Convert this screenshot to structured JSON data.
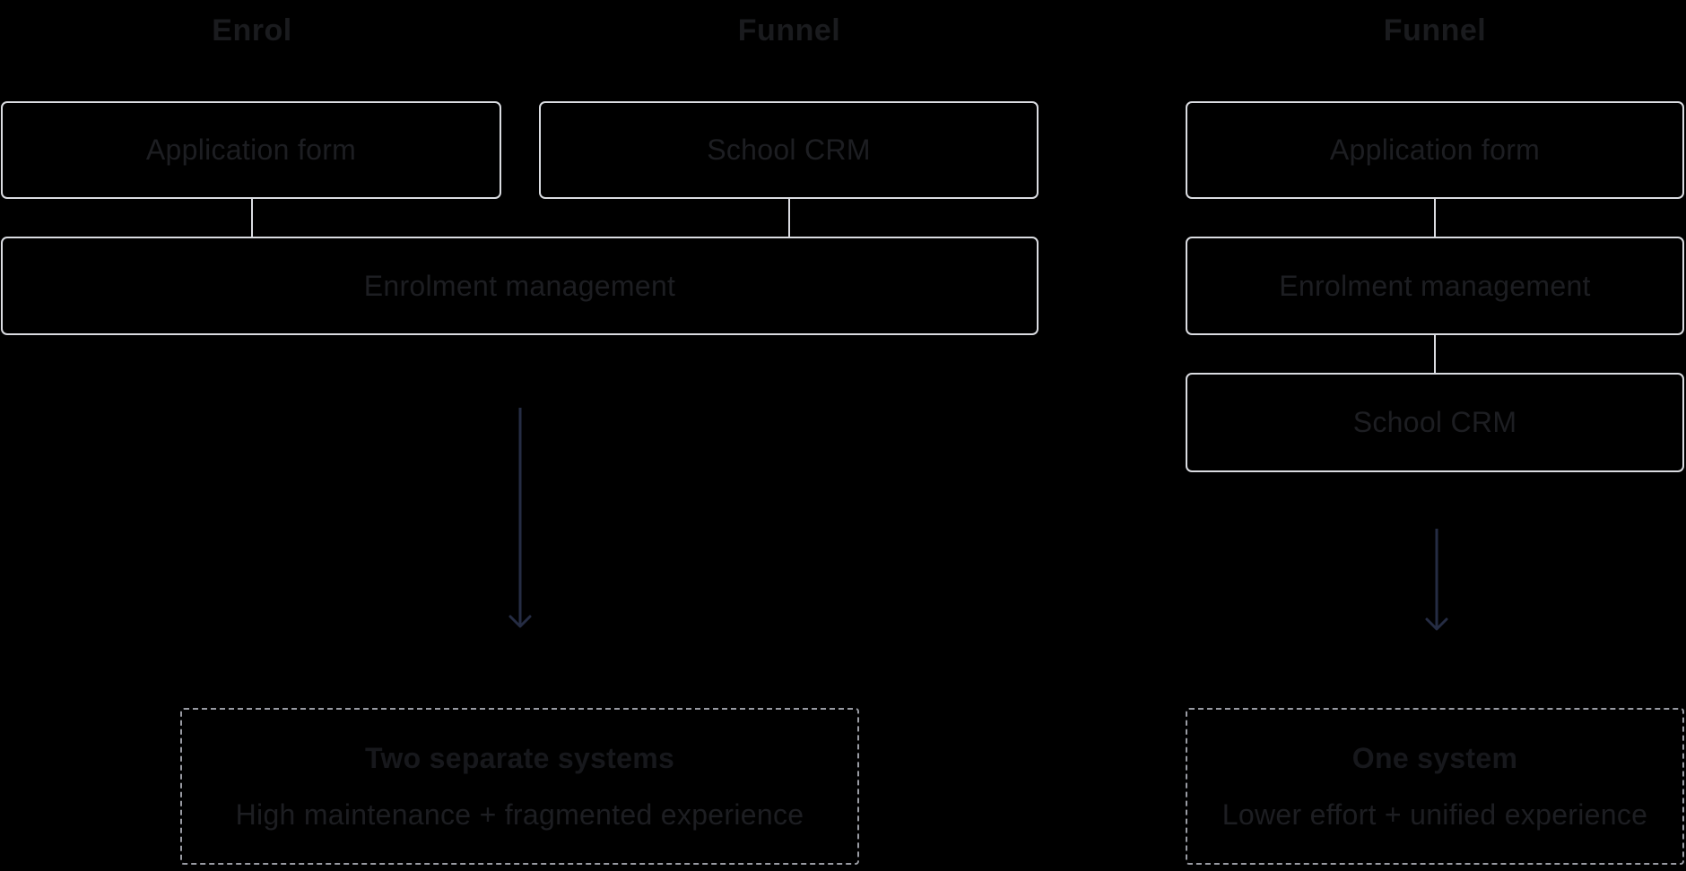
{
  "colors": {
    "background": "#000000",
    "box_border": "#dadce1",
    "dashed_border": "#999ba3",
    "arrow": "#252c43",
    "heading_text": "#1a1b1e",
    "label_text": "#1d1e22",
    "result_title_text": "#17181c",
    "result_subtitle_text": "#1d1e22"
  },
  "left_diagram": {
    "columns": [
      {
        "title": "Enrol",
        "box_label": "Application form"
      },
      {
        "title": "Funnel",
        "box_label": "School CRM"
      }
    ],
    "merged_box_label": "Enrolment management",
    "result": {
      "title": "Two separate systems",
      "subtitle": "High maintenance + fragmented experience"
    }
  },
  "right_diagram": {
    "title": "Funnel",
    "stack": [
      "Application form",
      "Enrolment management",
      "School CRM"
    ],
    "result": {
      "title": "One system",
      "subtitle": "Lower effort + unified experience"
    }
  }
}
